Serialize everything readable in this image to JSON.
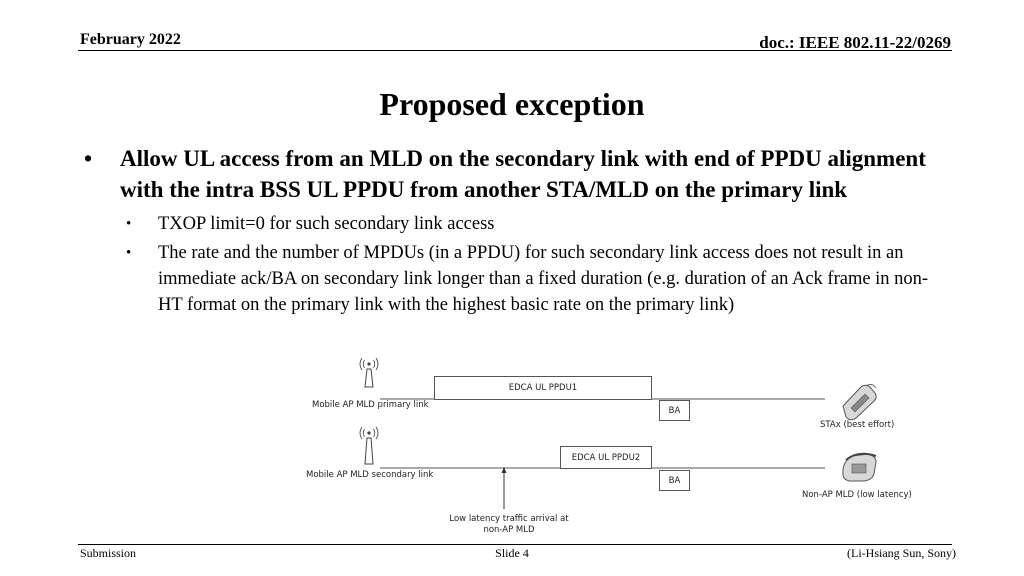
{
  "header": {
    "date": "February 2022",
    "doc": "doc.: IEEE 802.11-22/0269"
  },
  "title": "Proposed exception",
  "bullets": {
    "main": "Allow UL access from an MLD on the secondary link with end of PPDU alignment with the intra BSS UL PPDU from another STA/MLD on the primary link",
    "sub": [
      "TXOP limit=0 for such secondary link access",
      "The rate and the number of MPDUs (in a PPDU) for such secondary link access does not result in an immediate ack/BA on secondary link longer than a fixed duration (e.g. duration of an Ack frame in non-HT format on the primary link with the highest basic rate on the primary link)"
    ]
  },
  "diagram": {
    "primary_label": "Mobile AP MLD primary link",
    "secondary_label": "Mobile AP MLD secondary link",
    "ppdu1": "EDCA UL PPDU1",
    "ppdu2": "EDCA UL PPDU2",
    "ba_primary": "BA",
    "ba_secondary": "BA",
    "sta_label": "STAx (best effort)",
    "nonap_label": "Non-AP MLD (low latency)",
    "arrival_label": "Low latency traffic arrival at\nnon-AP MLD"
  },
  "footer": {
    "left": "Submission",
    "center": "Slide 4",
    "right": "(Li-Hsiang Sun, Sony)"
  }
}
